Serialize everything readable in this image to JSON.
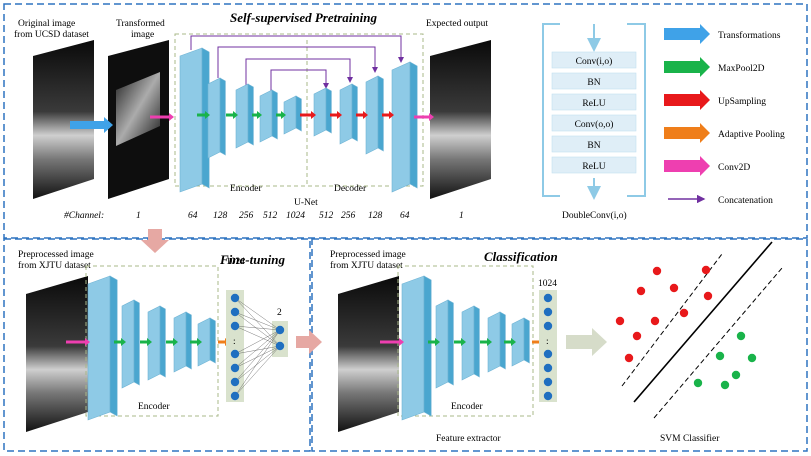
{
  "top": {
    "title": "Self-supervised Pretraining",
    "original_label_1": "Original image",
    "original_label_2": "from UCSD dataset",
    "transformed_label_1": "Transformed",
    "transformed_label_2": "image",
    "expected_label": "Expected output",
    "encoder_label": "Encoder",
    "decoder_label": "Decoder",
    "unet_label": "U-Net",
    "channel_label": "#Channel:",
    "channels": [
      "1",
      "64",
      "128",
      "256",
      "512",
      "1024",
      "512",
      "256",
      "128",
      "64",
      "1"
    ]
  },
  "doubleconv": {
    "rows": [
      "Conv(i,o)",
      "BN",
      "ReLU",
      "Conv(o,o)",
      "BN",
      "ReLU"
    ],
    "caption": "DoubleConv(i,o)"
  },
  "legend": [
    {
      "label": "Transformations",
      "color": "#3fa2e8",
      "kind": "arrow"
    },
    {
      "label": "MaxPool2D",
      "color": "#19b34a",
      "kind": "arrow"
    },
    {
      "label": "UpSampling",
      "color": "#e8191b",
      "kind": "arrow"
    },
    {
      "label": "Adaptive Pooling",
      "color": "#ef7e1a",
      "kind": "arrow"
    },
    {
      "label": "Conv2D",
      "color": "#ee3fb0",
      "kind": "arrow"
    },
    {
      "label": "Concatenation",
      "color": "#7030a0",
      "kind": "line"
    }
  ],
  "finetune": {
    "title": "Fine-tuning",
    "input_label_1": "Preprocessed image",
    "input_label_2": "from XJTU dataset",
    "encoder_label": "Encoder",
    "dim_1024": "1024",
    "dim_2": "2"
  },
  "classify": {
    "title": "Classification",
    "input_label_1": "Preprocessed image",
    "input_label_2": "from XJTU dataset",
    "encoder_label": "Encoder",
    "dim_1024": "1024",
    "feature_label": "Feature extractor",
    "svm_label": "SVM Classifier"
  },
  "colors": {
    "border_blue": "#2f74c0",
    "block_fill": "#8ecae6",
    "block_dark": "#4aa6cf",
    "node_blue": "#1f6fc0",
    "feature_bg": "#d9e2cd",
    "dot_red": "#e8191b",
    "dot_green": "#19b34a",
    "big_arrow": "#e6a8a3",
    "gray_arrow": "#d6dcc9"
  }
}
